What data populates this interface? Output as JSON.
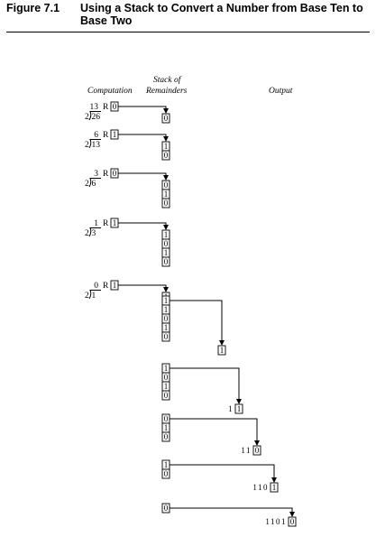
{
  "figure": {
    "label": "Figure 7.1",
    "title_line1": "Using a Stack to Convert a Number from Base Ten to",
    "title_line2": "Base Two"
  },
  "headers": {
    "computation": "Computation",
    "stack_line1": "Stack of",
    "stack_line2": "Remainders",
    "output": "Output"
  },
  "remainder_symbol": "R",
  "divisor": "2",
  "steps": [
    {
      "quotient": "13",
      "dividend": "26",
      "remainder": "0",
      "stack": [
        "0"
      ]
    },
    {
      "quotient": "6",
      "dividend": "13",
      "remainder": "1",
      "stack": [
        "1",
        "0"
      ]
    },
    {
      "quotient": "3",
      "dividend": "6",
      "remainder": "0",
      "stack": [
        "0",
        "1",
        "0"
      ]
    },
    {
      "quotient": "1",
      "dividend": "3",
      "remainder": "1",
      "stack": [
        "1",
        "0",
        "1",
        "0"
      ]
    },
    {
      "quotient": "0",
      "dividend": "1",
      "remainder": "1",
      "stack": [
        "1",
        "1",
        "0",
        "1",
        "0"
      ]
    }
  ],
  "pops": [
    {
      "stack": [
        "1",
        "1",
        "0",
        "1",
        "0"
      ],
      "output_prefix": "",
      "popped": "1"
    },
    {
      "stack": [
        "1",
        "0",
        "1",
        "0"
      ],
      "output_prefix": "1",
      "popped": "1"
    },
    {
      "stack": [
        "0",
        "1",
        "0"
      ],
      "output_prefix": "11",
      "popped": "0"
    },
    {
      "stack": [
        "1",
        "0"
      ],
      "output_prefix": "110",
      "popped": "1"
    },
    {
      "stack": [
        "0"
      ],
      "output_prefix": "1101",
      "popped": "0"
    }
  ]
}
